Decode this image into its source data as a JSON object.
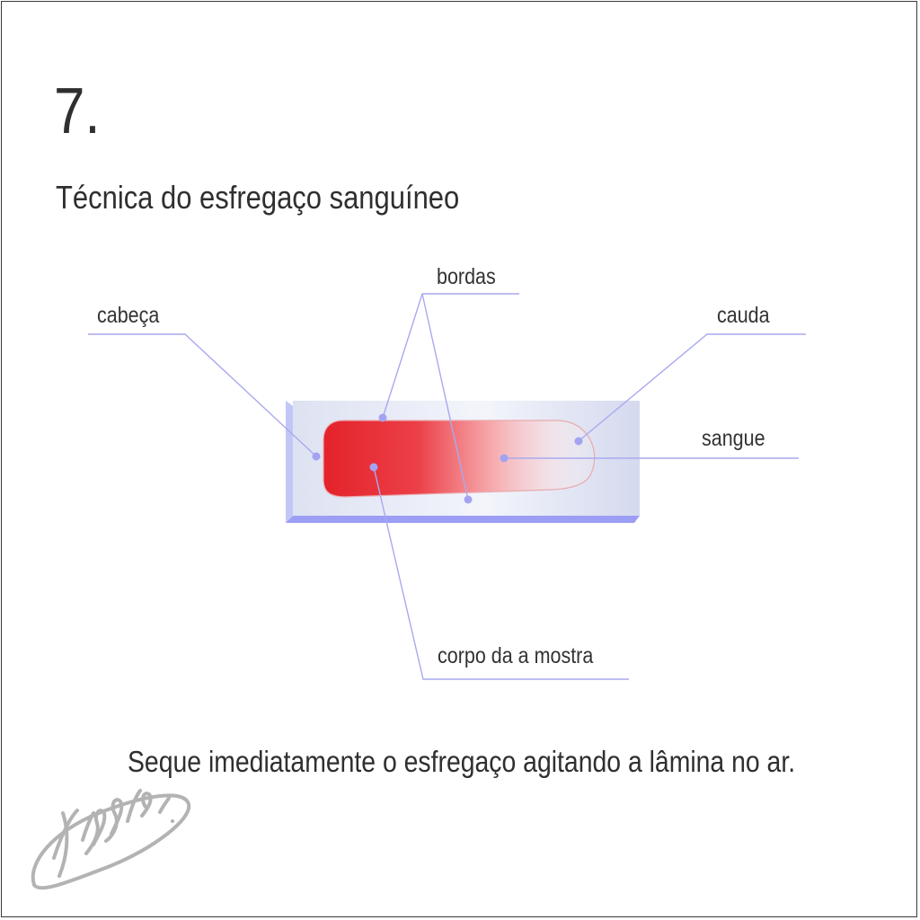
{
  "step_number": "7.",
  "title": "Técnica do esfregaço sanguíneo",
  "labels": {
    "bordas": "bordas",
    "cabeca": "cabeça",
    "cauda": "cauda",
    "sangue": "sangue",
    "corpo": "corpo da a mostra"
  },
  "caption": "Seque imediatamente o esfregaço agitando a lâmina no ar.",
  "signature_text": "Lisis",
  "colors": {
    "blood": "#e8222b",
    "slide": "#dfe3f4",
    "slide_edge": "#9b9df2",
    "leader_line": "#a9a9f0",
    "text": "#2f2f2f",
    "signature": "#b3b3b3"
  }
}
